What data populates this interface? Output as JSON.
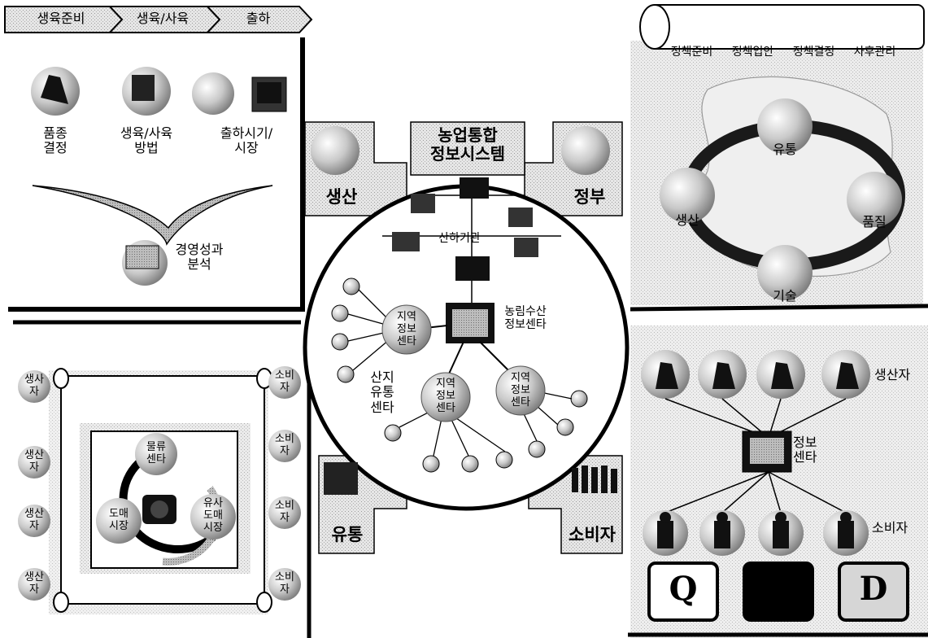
{
  "top_left": {
    "tabs": [
      "생육준비",
      "생육/사육",
      "출하"
    ],
    "items": [
      "품종\n결정",
      "생육/사육\n방법",
      "출하시기/\n시장"
    ],
    "result": "경영성과\n분석"
  },
  "top_right": {
    "policy_steps": [
      "정책준비",
      "정책입안",
      "정책결정",
      "사후관리"
    ],
    "cycle": [
      "유통",
      "생산",
      "품질",
      "기술"
    ]
  },
  "center": {
    "title": "농업통합\n정보시스템",
    "sectors": [
      "생산",
      "정부",
      "유통",
      "소비자"
    ],
    "nodes": {
      "affiliates": "산하기관",
      "main_center": "농림수산\n정보센타",
      "regional": "지역\n정보\n센타",
      "origin": "산지\n유통\n센타"
    }
  },
  "bottom_left": {
    "producers": [
      "생사\n자",
      "생산\n자",
      "생산\n자",
      "생산\n자"
    ],
    "consumers": [
      "소비\n자",
      "소비\n자",
      "소비\n자",
      "소비\n자"
    ],
    "inner": [
      "물류\n센타",
      "도매\n시장",
      "유사\n도매\n시장"
    ]
  },
  "bottom_right": {
    "producer_label": "생산자",
    "center_label": "정보\n센타",
    "consumer_label": "소비자",
    "boxes": [
      "Q",
      "",
      "D"
    ]
  },
  "colors": {
    "ink": "#000000",
    "node_fill": "#c8c8c8",
    "panel_shade": "#d9d9d9",
    "dark_box": "#000000"
  }
}
